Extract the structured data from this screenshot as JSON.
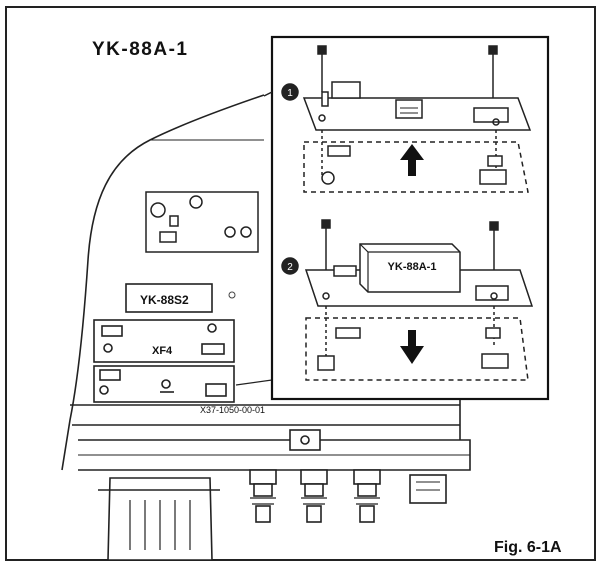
{
  "figure": {
    "title": "YK-88A-1",
    "caption": "Fig. 6-1A",
    "step_markers": [
      "1",
      "2"
    ],
    "labels": {
      "filter_module_top": "YK-88A-1",
      "filter_left_upper": "YK-88S2",
      "board_left_mid": "XF4",
      "board_part_number": "X37-1050-00-01"
    }
  }
}
